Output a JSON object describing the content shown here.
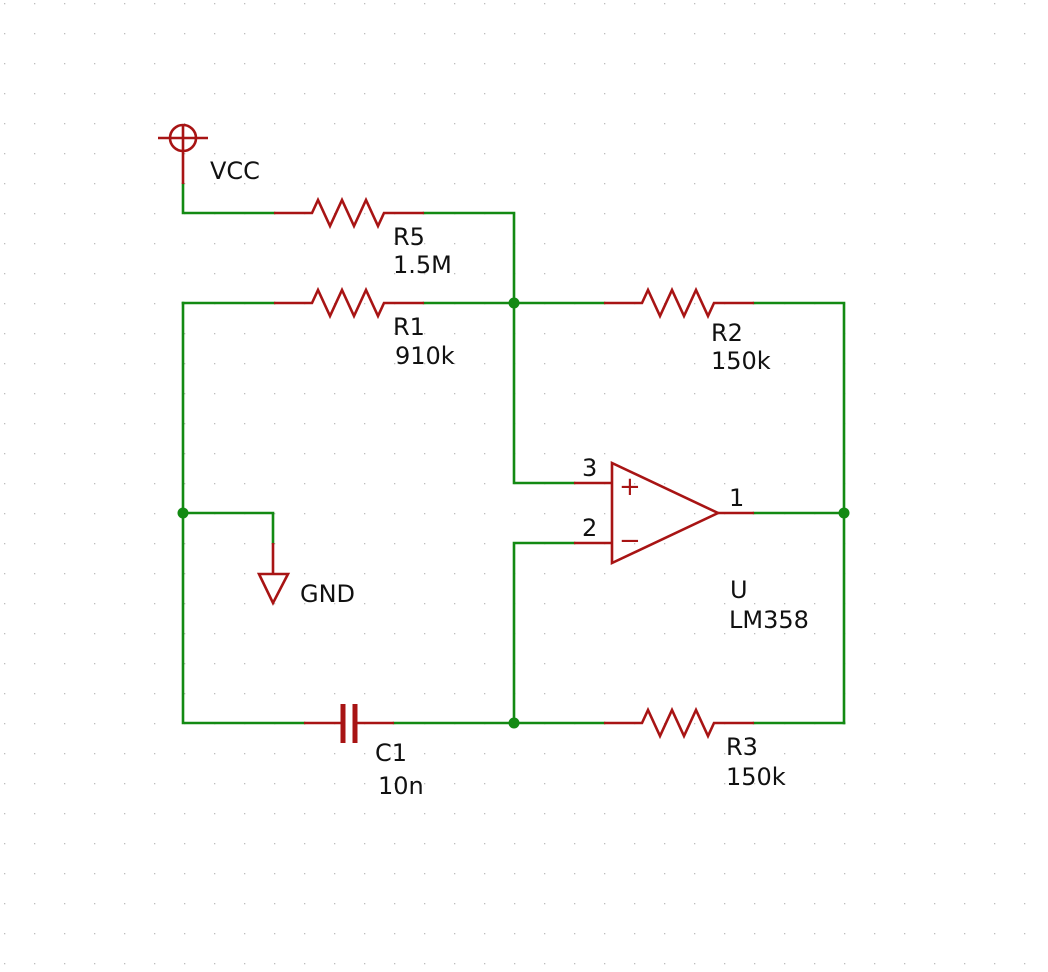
{
  "colors": {
    "background": "#ffffff",
    "grid": "#bdbdbd",
    "wire": "#138a13",
    "component": "#a81414",
    "text": "#111111"
  },
  "power": {
    "vcc": "VCC",
    "gnd": "GND"
  },
  "components": {
    "r5": {
      "ref": "R5",
      "value": "1.5M"
    },
    "r1": {
      "ref": "R1",
      "value": "910k"
    },
    "r2": {
      "ref": "R2",
      "value": "150k"
    },
    "r3": {
      "ref": "R3",
      "value": "150k"
    },
    "c1": {
      "ref": "C1",
      "value": "10n"
    },
    "u": {
      "ref": "U",
      "value": "LM358"
    }
  },
  "opamp": {
    "pin_noninv": "3",
    "pin_inv": "2",
    "pin_out": "1",
    "sign_plus": "+",
    "sign_minus": "−"
  }
}
